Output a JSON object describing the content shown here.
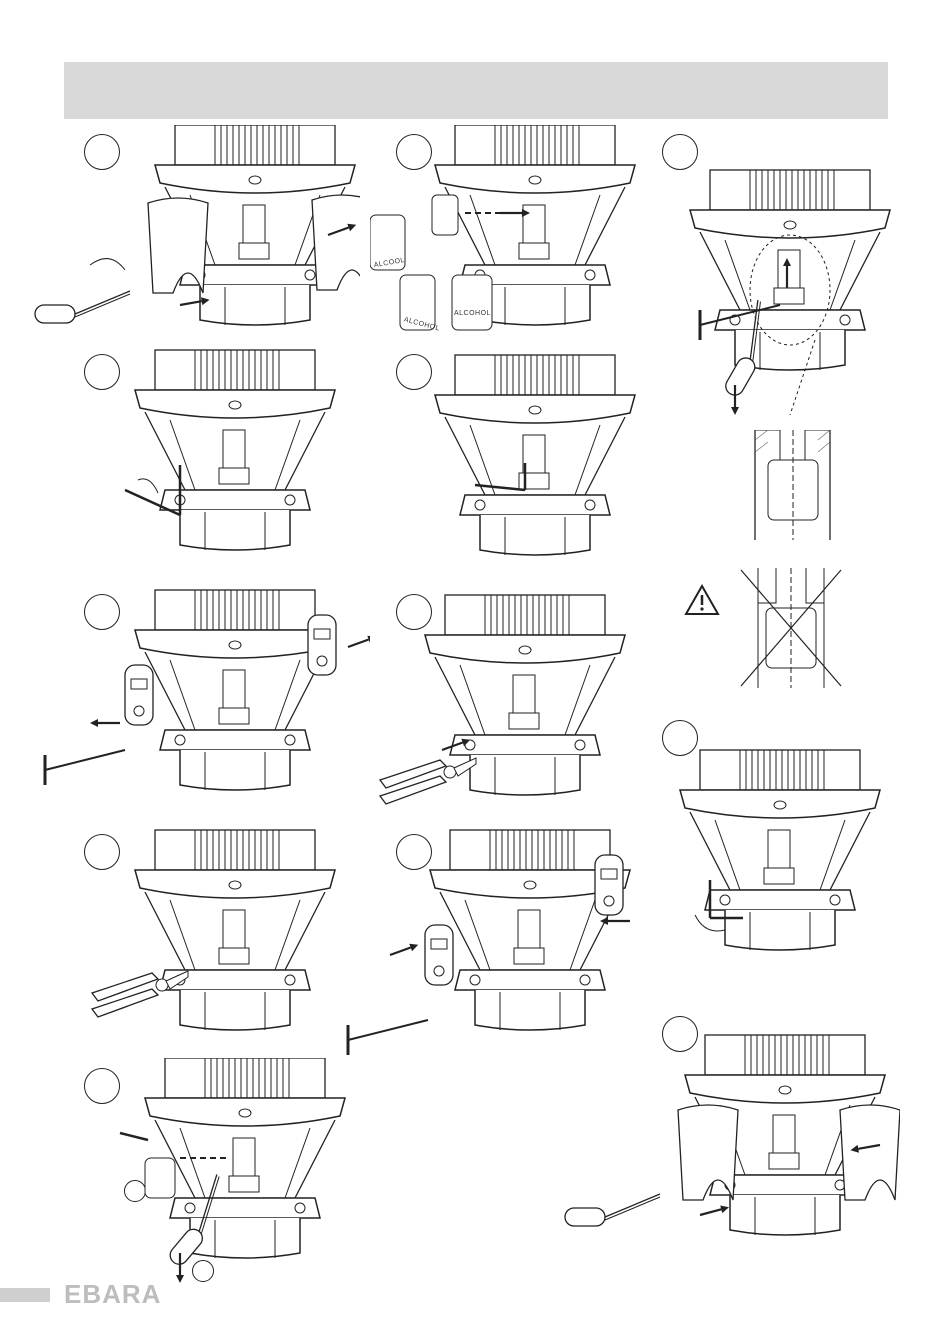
{
  "brand": {
    "logo_text": "EBARA"
  },
  "steps": [
    {
      "id": "1",
      "column": 1
    },
    {
      "id": "2",
      "column": 1
    },
    {
      "id": "3",
      "column": 1
    },
    {
      "id": "4",
      "column": 1
    },
    {
      "id": "5",
      "column": 1
    },
    {
      "id": "6",
      "column": 2
    },
    {
      "id": "7",
      "column": 2
    },
    {
      "id": "8",
      "column": 2
    },
    {
      "id": "9",
      "column": 2
    },
    {
      "id": "10",
      "column": 3
    },
    {
      "id": "11",
      "column": 3
    },
    {
      "id": "12",
      "column": 3
    }
  ],
  "labels": {
    "bottle_1": "ALCOOL",
    "bottle_2": "ALCOHOL",
    "bottle_3": "ALCOHOL",
    "bottle_4": "ALCOOL"
  },
  "icons": {
    "warning": "warning-triangle-icon"
  },
  "colors": {
    "header_band": "#d9d9d9",
    "line_art": "#222222",
    "logo": "#bdbdbd"
  }
}
